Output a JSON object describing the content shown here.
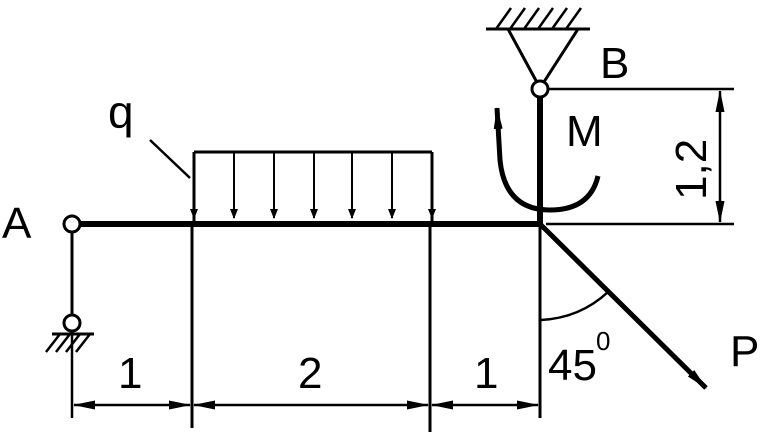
{
  "labels": {
    "point_a": "A",
    "point_b": "B",
    "load_q": "q",
    "moment": "M",
    "force": "P",
    "angle_value": "45",
    "angle_unit": "0",
    "height": "1,2",
    "dim_1": "1",
    "dim_2": "2",
    "dim_3": "1"
  },
  "colors": {
    "ink": "#000000",
    "paper": "#ffffff"
  }
}
